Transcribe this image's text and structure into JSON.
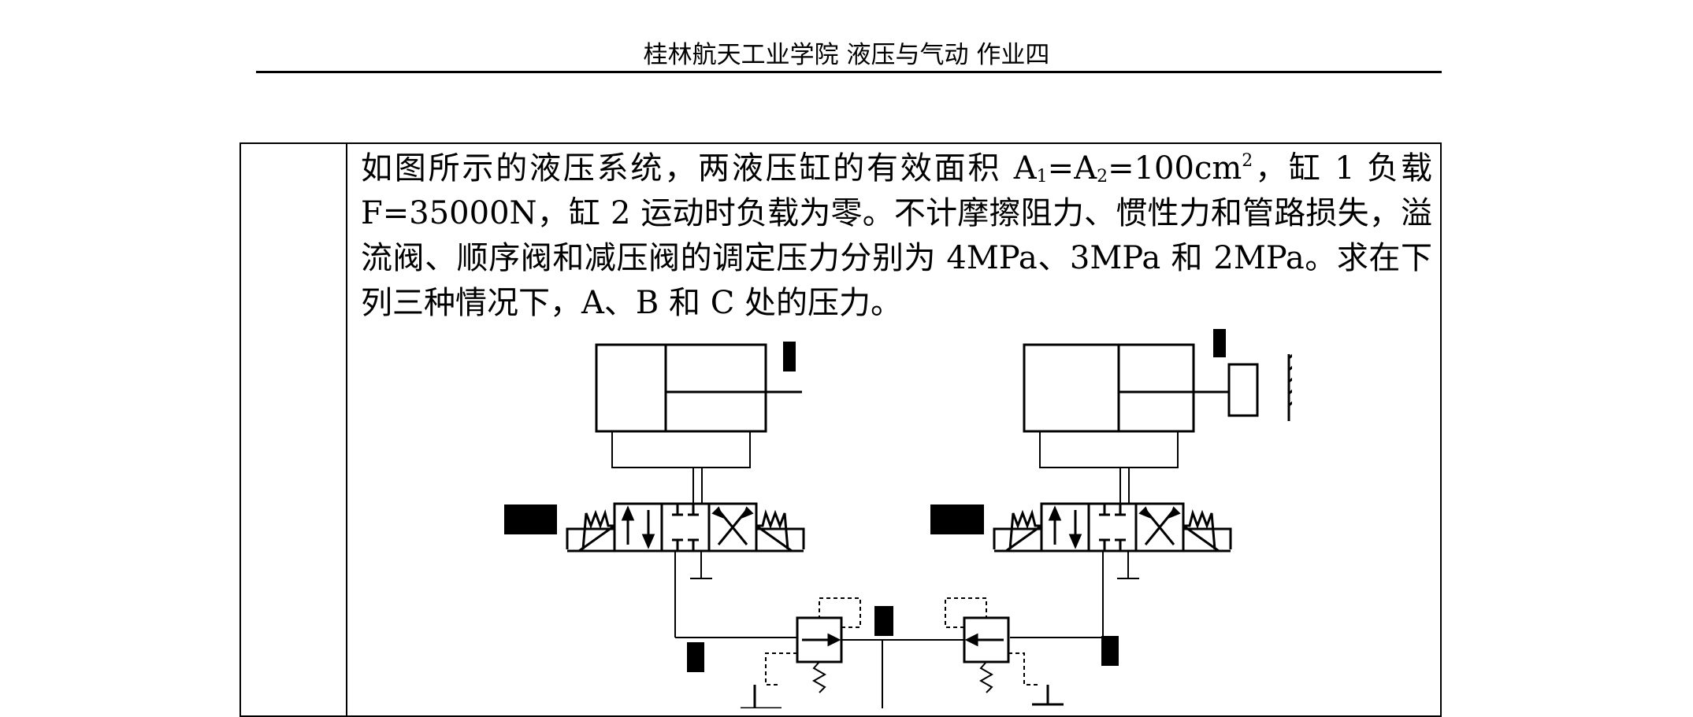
{
  "header": {
    "title": "桂林航天工业学院 液压与气动 作业四"
  },
  "problem": {
    "p1": "如图所示的液压系统，两液压缸的有效面积 A",
    "a1_sub": "1",
    "p2": "=A",
    "a2_sub": "2",
    "p3": "=100cm",
    "sup2": "2",
    "p4": "，缸 1 负载F=35000N，缸 2 运动时负载为零。不计摩擦阻力、惯性力和管路损失，溢流阀、顺序阀和减压阀的调定压力分别为 4MPa、3MPa 和 2MPa。求在下列三种情况下，A、B 和 C 处的压力。"
  },
  "diagram": {
    "components": [
      "cylinder-1",
      "cylinder-2",
      "directional-valve-1",
      "directional-valve-2",
      "sequence-valve",
      "pressure-reducing-valve",
      "load-mass"
    ],
    "labels_hidden": true
  }
}
